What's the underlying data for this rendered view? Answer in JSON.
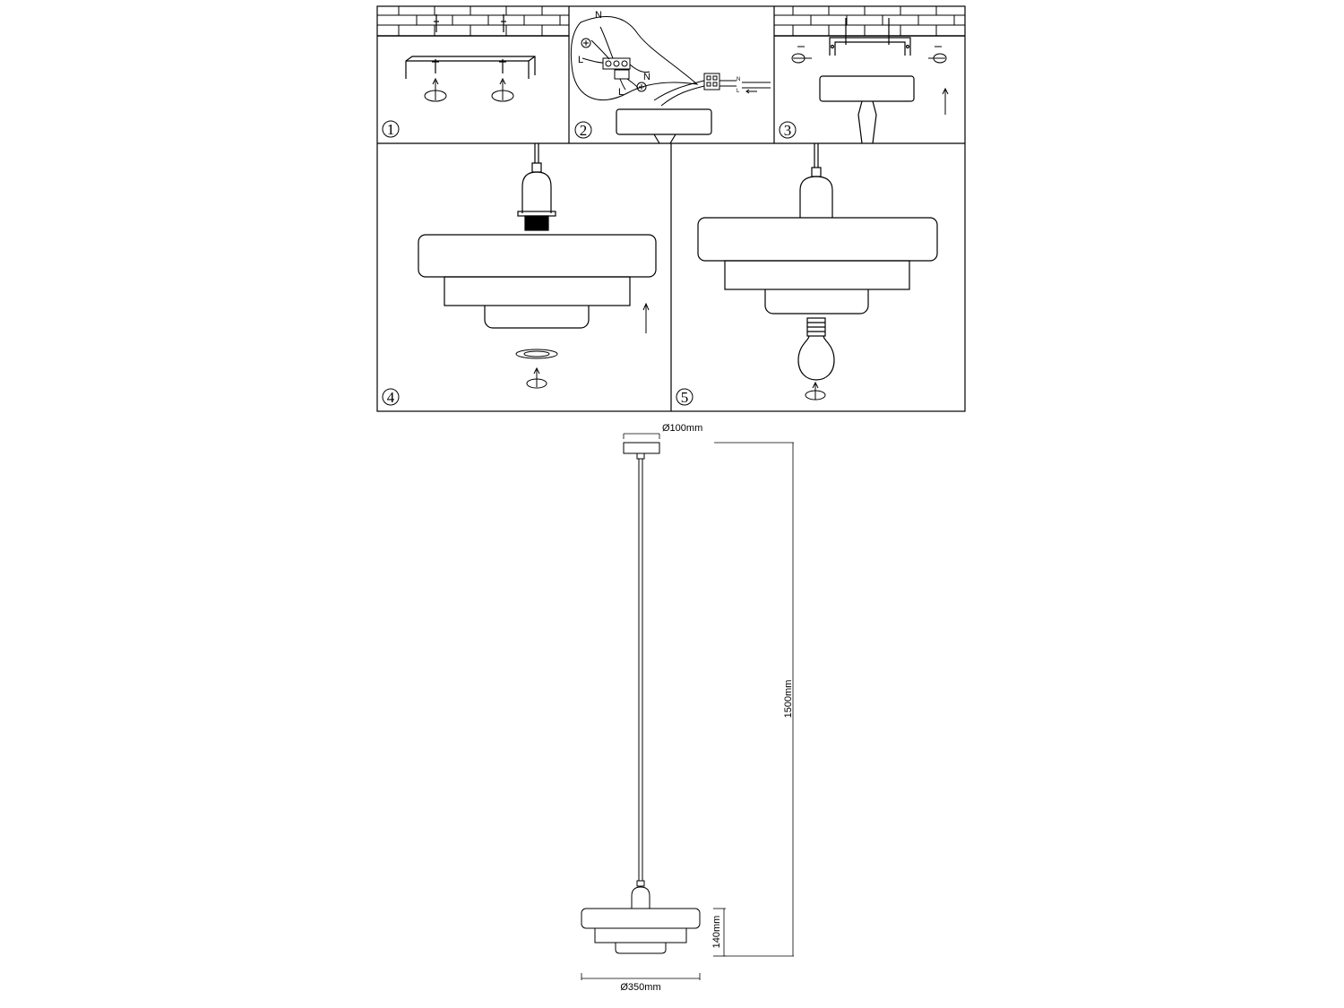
{
  "steps": [
    {
      "number": "1"
    },
    {
      "number": "2",
      "wire_labels": {
        "n1": "N",
        "l1": "L",
        "n2": "N",
        "l2": "L",
        "n3": "N",
        "l3": "L"
      }
    },
    {
      "number": "3"
    },
    {
      "number": "4"
    },
    {
      "number": "5"
    }
  ],
  "dimensions": {
    "canopy_diameter": "Ø100mm",
    "total_height": "1500mm",
    "shade_height": "140mm",
    "shade_diameter": "Ø350mm"
  },
  "colors": {
    "line": "#000000",
    "background": "#ffffff"
  }
}
